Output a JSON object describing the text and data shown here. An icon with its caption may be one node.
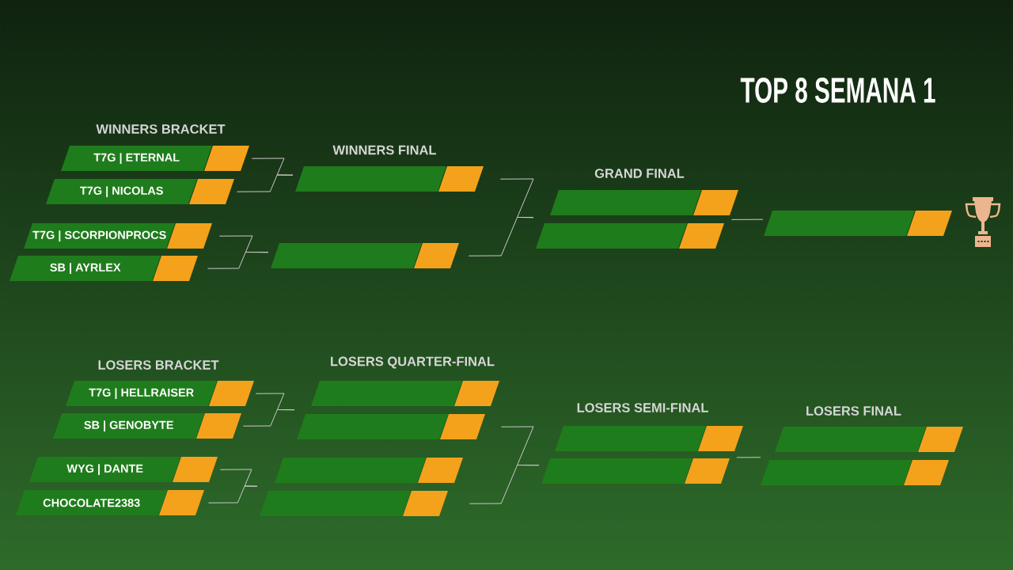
{
  "diagram": {
    "title": "TOP 8 SEMANA 1",
    "nodes": [
      {
        "text": [
          "T7G | ETERNAL"
        ]
      },
      {
        "text": [
          "T7G | NICOLAS"
        ]
      },
      {
        "text": [
          "T7G | SCORPIONPROCS"
        ]
      },
      {
        "text": [
          "SB | AYRLEX"
        ]
      },
      {
        "text": [],
        "shape": "bar"
      },
      {
        "text": [],
        "shape": "bar"
      },
      {
        "text": [],
        "shape": "bar"
      },
      {
        "text": [],
        "shape": "bar"
      },
      {
        "text": [],
        "shape": "bar"
      },
      {
        "text": [
          "T7G | HELLRAISER"
        ]
      },
      {
        "text": [
          "SB | GENOBYTE"
        ]
      },
      {
        "text": [
          "WYG | DANTE"
        ]
      },
      {
        "text": [
          "CHOCOLATE2383"
        ]
      },
      {
        "text": [],
        "shape": "bar"
      },
      {
        "text": [],
        "shape": "bar"
      },
      {
        "text": [],
        "shape": "bar"
      },
      {
        "text": [],
        "shape": "bar"
      },
      {
        "text": [],
        "shape": "bar"
      },
      {
        "text": [],
        "shape": "bar"
      },
      {
        "text": [],
        "shape": "bar"
      },
      {
        "text": [],
        "shape": "bar"
      }
    ],
    "edges": [
      {
        "from": 0,
        "to": 4,
        "arrow": "none"
      },
      {
        "from": 1,
        "to": 4,
        "arrow": "none"
      },
      {
        "from": 2,
        "to": 5,
        "arrow": "none"
      },
      {
        "from": 3,
        "to": 5,
        "arrow": "none"
      },
      {
        "from": 4,
        "to": 7,
        "arrow": "none"
      },
      {
        "from": 5,
        "to": 7,
        "arrow": "none"
      },
      {
        "from": 6,
        "to": 8,
        "arrow": "none"
      },
      {
        "from": 7,
        "to": 8,
        "arrow": "none"
      },
      {
        "from": 9,
        "to": 14,
        "arrow": "none"
      },
      {
        "from": 10,
        "to": 14,
        "arrow": "none"
      },
      {
        "from": 11,
        "to": 16,
        "arrow": "none"
      },
      {
        "from": 12,
        "to": 16,
        "arrow": "none"
      },
      {
        "from": 14,
        "to": 18,
        "arrow": "none"
      },
      {
        "from": 16,
        "to": 18,
        "arrow": "none"
      },
      {
        "from": 17,
        "to": 20,
        "arrow": "none"
      },
      {
        "from": 18,
        "to": 20,
        "arrow": "none"
      }
    ],
    "labels": [
      "WINNERS BRACKET",
      "WINNERS FINAL",
      "GRAND FINAL",
      "LOSERS BRACKET",
      "LOSERS QUARTER-FINAL",
      "LOSERS SEMI-FINAL",
      "LOSERS FINAL"
    ]
  }
}
